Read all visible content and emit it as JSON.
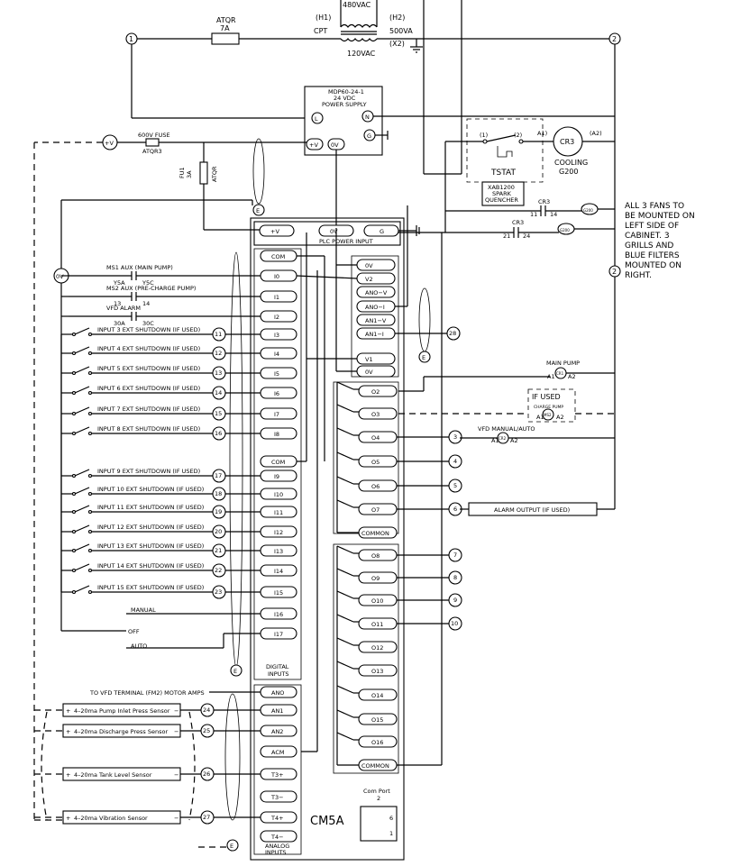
{
  "top": {
    "atqr_label": "ATQR",
    "atqr_rating": "7A",
    "h1": "(H1)",
    "h2": "(H2)",
    "v480": "480VAC",
    "cpt": "CPT",
    "va": "500VA",
    "x2": "(X2)",
    "v120": "120VAC",
    "node1": "1",
    "node2": "2"
  },
  "power_supply": {
    "title1": "MDP60-24-1",
    "title2": "24 VDC",
    "title3": "POWER SUPPLY",
    "L": "L",
    "N": "N",
    "G": "G",
    "plus_v": "+V",
    "zero_v": "0V"
  },
  "fuse": {
    "title": "600V FUSE",
    "rating": "ATQR3",
    "fu1": "FU1",
    "fu1_a": "3A",
    "fu1_type": "ATQR"
  },
  "left_nodes": {
    "plus_v": "+V",
    "zero_v": "0V"
  },
  "tstat": {
    "t1": "(1)",
    "t2": "(2)",
    "label": "TSTAT",
    "quencher1": "XAB1200",
    "quencher2": "SPARK",
    "quencher3": "QUENCHER",
    "a1": "A1)",
    "a2": "(A2)",
    "cr3": "CR3",
    "cooling": "COOLING",
    "g200": "G200"
  },
  "fans": {
    "cr3a": "CR3",
    "c11": "11",
    "c14": "14",
    "cr3b": "CR3",
    "c21": "21",
    "c24": "24",
    "fan1": "G200",
    "fan2": "G200",
    "fl1": "(1)",
    "fr1": "(2)"
  },
  "note": [
    "ALL 3 FANS TO",
    "BE MOUNTED ON",
    "LEFT SIDE OF",
    "CABINET.  3",
    "GRILLS AND",
    "BLUE FILTERS",
    "MOUNTED ON",
    "RIGHT."
  ],
  "plc_power": {
    "v": "+V",
    "zero": "0V",
    "g": "G",
    "title": "PLC POWER INPUT"
  },
  "di": {
    "com_top": "COM",
    "com_mid": "COM",
    "title1": "DIGITAL",
    "title2": "INPUTS",
    "rows": [
      {
        "term": "I0",
        "label": "MS1 AUX (MAIN PUMP)",
        "c1": "Y5A",
        "c2": "Y5C",
        "num": ""
      },
      {
        "term": "I1",
        "label": "MS2 AUX (PRE-CHARGE PUMP)",
        "c1": "13",
        "c2": "14",
        "num": ""
      },
      {
        "term": "I2",
        "label": "VFD ALARM",
        "c1": "30A",
        "c2": "30C",
        "num": ""
      },
      {
        "term": "I3",
        "label": "INPUT 3  EXT SHUTDOWN  (IF USED)",
        "c1": "",
        "c2": "",
        "num": "11"
      },
      {
        "term": "I4",
        "label": "INPUT 4  EXT SHUTDOWN  (IF USED)",
        "c1": "",
        "c2": "",
        "num": "12"
      },
      {
        "term": "I5",
        "label": "INPUT 5  EXT SHUTDOWN  (IF USED)",
        "c1": "",
        "c2": "",
        "num": "13"
      },
      {
        "term": "I6",
        "label": "INPUT 6  EXT SHUTDOWN  (IF USED)",
        "c1": "",
        "c2": "",
        "num": "14"
      },
      {
        "term": "I7",
        "label": "INPUT 7  EXT SHUTDOWN  (IF USED)",
        "c1": "",
        "c2": "",
        "num": "15"
      },
      {
        "term": "I8",
        "label": "INPUT 8  EXT SHUTDOWN  (IF USED)",
        "c1": "",
        "c2": "",
        "num": "16"
      },
      {
        "term": "I9",
        "label": "INPUT 9  EXT SHUTDOWN  (IF USED)",
        "c1": "",
        "c2": "",
        "num": "17"
      },
      {
        "term": "I10",
        "label": "INPUT 10  EXT SHUTDOWN  (IF USED)",
        "c1": "",
        "c2": "",
        "num": "18"
      },
      {
        "term": "I11",
        "label": "INPUT 11  EXT SHUTDOWN  (IF USED)",
        "c1": "",
        "c2": "",
        "num": "19"
      },
      {
        "term": "I12",
        "label": "INPUT 12  EXT SHUTDOWN  (IF USED)",
        "c1": "",
        "c2": "",
        "num": "20"
      },
      {
        "term": "I13",
        "label": "INPUT 13  EXT SHUTDOWN  (IF USED)",
        "c1": "",
        "c2": "",
        "num": "21"
      },
      {
        "term": "I14",
        "label": "INPUT 14  EXT SHUTDOWN  (IF USED)",
        "c1": "",
        "c2": "",
        "num": "22"
      },
      {
        "term": "I15",
        "label": "INPUT 15  EXT SHUTDOWN  (IF USED)",
        "c1": "",
        "c2": "",
        "num": "23"
      },
      {
        "term": "I16",
        "label": "MANUAL",
        "c1": "",
        "c2": "",
        "num": ""
      },
      {
        "term": "I17",
        "label": "AUTO",
        "c1": "",
        "c2": "",
        "num": ""
      }
    ],
    "off_label": "OFF"
  },
  "ai": {
    "title1": "ANALOG",
    "title2": "INPUTS",
    "ano_label": "TO VFD TERMINAL (FM2) MOTOR AMPS",
    "terms": [
      "ANO",
      "AN1",
      "AN2",
      "ACM",
      "T3+",
      "T3−",
      "T4+",
      "T4−"
    ],
    "sensors": [
      {
        "label": "4–20ma  Pump Inlet Press Sensor",
        "num": "24"
      },
      {
        "label": "4–20ma  Discharge Press Sensor",
        "num": "25"
      },
      {
        "label": "4–20ma  Tank Level Sensor",
        "num": "26"
      },
      {
        "label": "4–20ma  Vibration Sensor",
        "num": "27"
      }
    ]
  },
  "aio": {
    "terms": [
      "0V",
      "V2",
      "ANO−V",
      "ANO−I",
      "AN1−V",
      "AN1−I",
      "V1",
      "0V"
    ],
    "an1i_num": "28"
  },
  "do": {
    "terms_a": [
      "O2",
      "O3",
      "O4",
      "O5",
      "O6",
      "O7",
      "COMMON"
    ],
    "terms_b": [
      "O8",
      "O9",
      "O10",
      "O11",
      "O12",
      "O13",
      "O14",
      "O15",
      "O16",
      "COMMON"
    ],
    "nums": {
      "O4": "3",
      "O5": "4",
      "O6": "5",
      "O7": "6",
      "O8": "7",
      "O9": "8",
      "O10": "9",
      "O11": "10"
    },
    "main_pump": "MAIN PUMP",
    "mp_a1": "A1",
    "mp_a2": "A2",
    "mp_cr": "CR1",
    "if_used": "IF USED",
    "charge_pump": "CHARGE PUMP",
    "cp_a1": "A1",
    "cp_a2": "A2",
    "cp_cr": "MS2",
    "vfd_manual": "VFD MANUAL/AUTO",
    "vm_a1": "A1",
    "vm_a2": "A2",
    "vm_cr": "CR2",
    "alarm_output": "ALARM OUTPUT (IF USED)"
  },
  "plc": {
    "model": "CM5A",
    "com_port": "Com Port",
    "com_port_num": "2",
    "p6": "6",
    "p1": "1"
  },
  "shield_label": "E"
}
